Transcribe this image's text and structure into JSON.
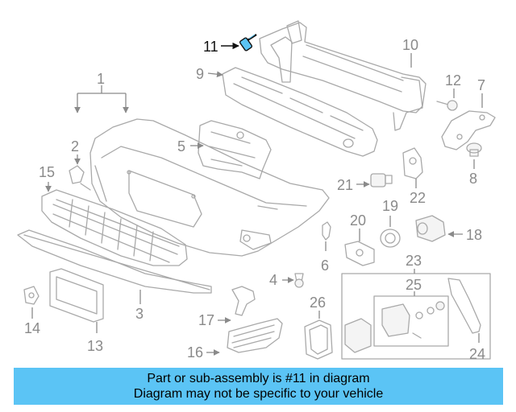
{
  "diagram": {
    "highlighted_part": "11",
    "callouts": {
      "c1": "1",
      "c2": "2",
      "c3": "3",
      "c4": "4",
      "c5": "5",
      "c6": "6",
      "c7": "7",
      "c8": "8",
      "c9": "9",
      "c10": "10",
      "c11": "11",
      "c12": "12",
      "c13": "13",
      "c14": "14",
      "c15": "15",
      "c16": "16",
      "c17": "17",
      "c18": "18",
      "c19": "19",
      "c20": "20",
      "c21": "21",
      "c22": "22",
      "c23": "23",
      "c24": "24",
      "c25": "25",
      "c26": "26"
    },
    "colors": {
      "line": "#a9a9a9",
      "label": "#8a8a8a",
      "highlight": "#111111",
      "highlight_fill": "#5bc4f5",
      "banner": "#5bc4f5"
    }
  },
  "banner": {
    "line1": "Part or sub-assembly is #11 in diagram",
    "line2": "Diagram may not be specific to your vehicle"
  }
}
